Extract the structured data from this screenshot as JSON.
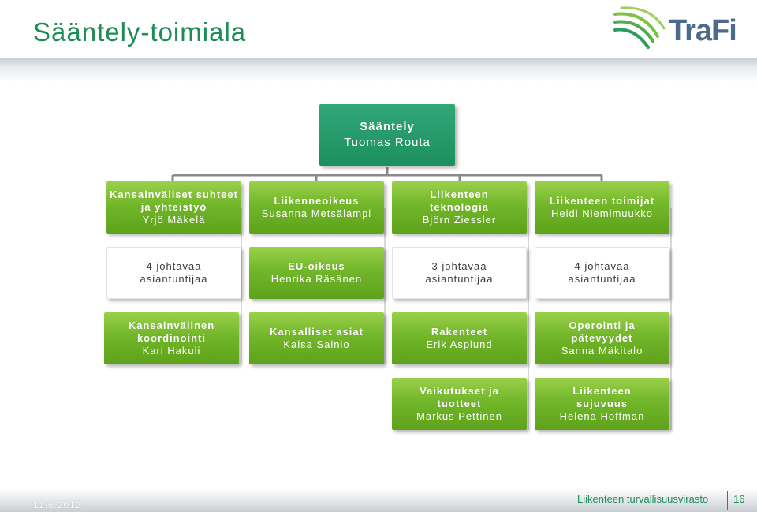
{
  "title": "Sääntely-toimiala",
  "logo": {
    "text": "TraFi",
    "colors": {
      "text": "#4d6a88",
      "swoosh": "#2e9a5e"
    }
  },
  "colors": {
    "dark_green": "#1d8f5f",
    "light_green": "#72b62a",
    "title_green": "#1e8c58"
  },
  "root": {
    "title": "Sääntely",
    "name": "Tuomas Routa"
  },
  "row1": [
    {
      "title": "Kansainväliset suhteet ja yhteistyö",
      "name": "Yrjö Mäkelä"
    },
    {
      "title": "Liikenneoikeus",
      "name": "Susanna Metsälampi"
    },
    {
      "title": "Liikenteen teknologia",
      "name": "Björn Ziessler"
    },
    {
      "title": "Liikenteen toimijat",
      "name": "Heidi Niemimuukko"
    }
  ],
  "row2": [
    {
      "line1": "4 johtavaa",
      "line2": "asiantuntijaa"
    },
    {
      "title": "EU-oikeus",
      "name": "Henrika Räsänen"
    },
    {
      "line1": "3 johtavaa",
      "line2": "asiantuntijaa"
    },
    {
      "line1": "4 johtavaa",
      "line2": "asiantuntijaa"
    }
  ],
  "row3": [
    {
      "title": "Kansainvälinen koordinointi",
      "name": "Kari Hakuli"
    },
    {
      "title": "Kansalliset asiat",
      "name": "Kaisa Sainio"
    },
    {
      "title": "Rakenteet",
      "name": "Erik Asplund"
    },
    {
      "title": "Operointi ja pätevyydet",
      "name": "Sanna Mäkitalo"
    }
  ],
  "row4": [
    {
      "title": "Vaikutukset ja tuotteet",
      "name": "Markus Pettinen"
    },
    {
      "title": "Liikenteen sujuvuus",
      "name": "Helena Hoffman"
    }
  ],
  "footer": {
    "date": "11.5.2012",
    "org": "Liikenteen turvallisuusvirasto",
    "page": "16"
  }
}
